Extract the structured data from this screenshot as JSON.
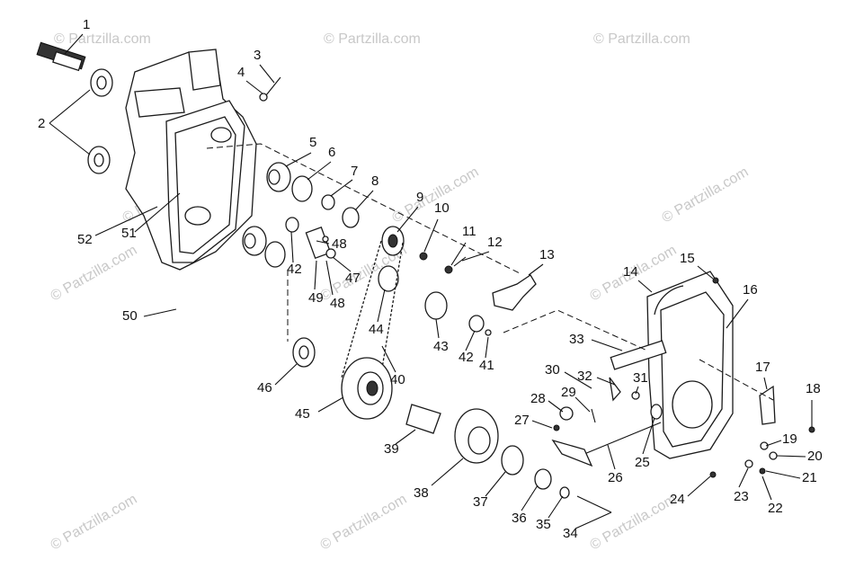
{
  "watermark": "© Partzilla.com",
  "callouts": [
    "1",
    "2",
    "3",
    "4",
    "5",
    "6",
    "7",
    "8",
    "9",
    "10",
    "11",
    "12",
    "13",
    "14",
    "15",
    "16",
    "17",
    "18",
    "19",
    "20",
    "21",
    "22",
    "23",
    "24",
    "25",
    "26",
    "27",
    "28",
    "29",
    "30",
    "31",
    "32",
    "33",
    "34",
    "35",
    "36",
    "37",
    "38",
    "39",
    "40",
    "41",
    "42",
    "43",
    "44",
    "45",
    "46",
    "47",
    "48",
    "49",
    "50",
    "51",
    "52"
  ],
  "colors": {
    "line": "#1a1a1a",
    "watermark": "#c8c8c8",
    "background": "#ffffff"
  }
}
